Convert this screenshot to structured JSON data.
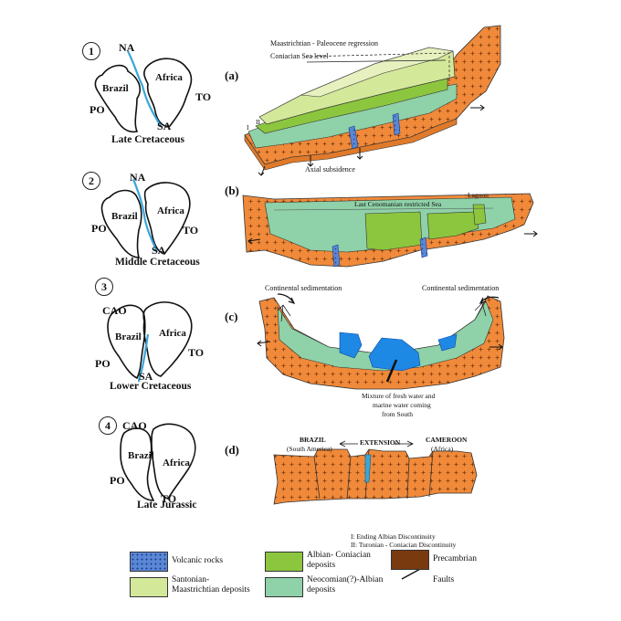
{
  "stages": [
    {
      "number": "1",
      "era": "Late Cretaceous",
      "labels": {
        "top": "NA",
        "left_continent": "Brazil",
        "right_continent": "Africa",
        "west_ocean": "PO",
        "east_ocean": "TO",
        "bottom": "SA"
      }
    },
    {
      "number": "2",
      "era": "Middle Cretaceous",
      "labels": {
        "top": "NA",
        "left_continent": "Brazil",
        "right_continent": "Africa",
        "west_ocean": "PO",
        "east_ocean": "TO",
        "bottom": "SA"
      }
    },
    {
      "number": "3",
      "era": "Lower Cretaceous",
      "labels": {
        "top": "CAO",
        "left_continent": "Brazil",
        "right_continent": "Africa",
        "west_ocean": "PO",
        "east_ocean": "TO",
        "bottom": "SA"
      }
    },
    {
      "number": "4",
      "era": "Late Jurassic",
      "labels": {
        "top": "CAO",
        "left_continent": "Brazil",
        "right_continent": "Africa",
        "west_ocean": "PO",
        "east_ocean": "TO"
      }
    }
  ],
  "panels": {
    "a": {
      "label": "(a)",
      "annotations": [
        "Maastrichtian - Paleocene regression",
        "Coniacian Sea level",
        "Axial subsidence",
        "I",
        "II"
      ]
    },
    "b": {
      "label": "(b)",
      "annotations": [
        "Last Cenomanian restricted Sea",
        "Lagoon"
      ]
    },
    "c": {
      "label": "(c)",
      "annotations": [
        "Continental sedimentation",
        "Continental sedimentation",
        "Mixture of fresh water and",
        "marine water coming",
        "from South"
      ]
    },
    "d": {
      "label": "(d)",
      "annotations": [
        "BRAZIL",
        "(South America)",
        "EXTENSION",
        "CAMEROON",
        "(Africa)"
      ]
    }
  },
  "discontinuities": [
    "I:  Ending Albian Discontinuity",
    "II: Turonian - Coniacian Discontinuity"
  ],
  "legend": [
    {
      "name": "Volcanic rocks",
      "color": "#4f7fd0"
    },
    {
      "name": "Santonian-",
      "name2": "Maastrichtian deposits",
      "color": "#d4e89a"
    },
    {
      "name": "Albian- Coniacian",
      "name2": "deposits",
      "color": "#8cc63e"
    },
    {
      "name": "Neocomian(?)-Albian",
      "name2": "deposits",
      "color": "#8fd1a8"
    },
    {
      "name": "Precambrian",
      "color": "#f08a3a"
    },
    {
      "name": "Faults"
    }
  ],
  "colors": {
    "precambrian": "#f08a3a",
    "neocomian": "#8fd1a8",
    "albian": "#8cc63e",
    "santonian": "#d4e89a",
    "volcanic": "#4f7fd0",
    "water": "#1e88e5",
    "rift": "#3aa6d8"
  }
}
